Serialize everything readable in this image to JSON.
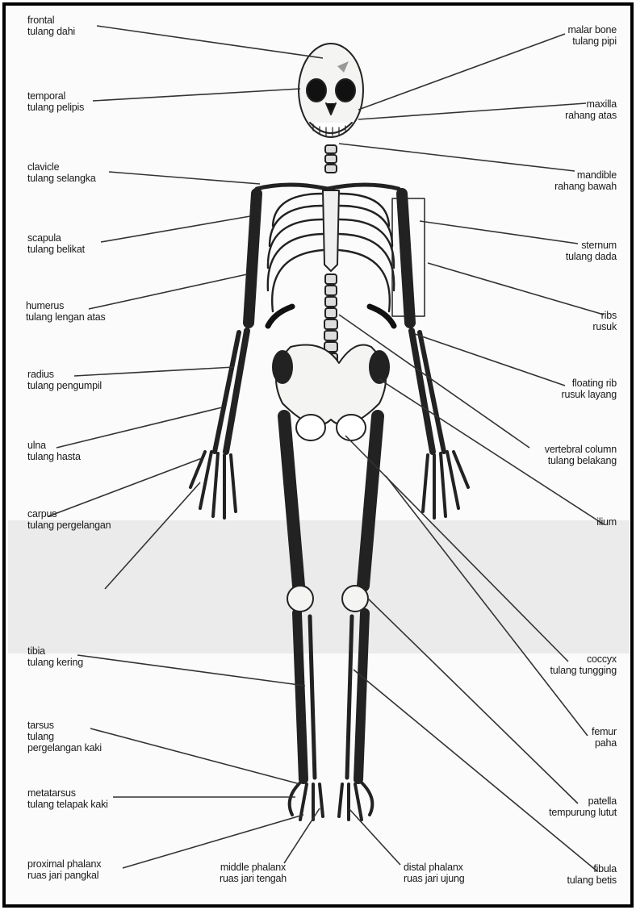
{
  "labels": {
    "frontal": {
      "en": "frontal",
      "id": "tulang dahi"
    },
    "temporal": {
      "en": "temporal",
      "id": "tulang pelipis"
    },
    "clavicle": {
      "en": "clavicle",
      "id": "tulang selangka"
    },
    "scapula": {
      "en": "scapula",
      "id": "tulang belikat"
    },
    "humerus": {
      "en": "humerus",
      "id": "tulang lengan atas"
    },
    "radius": {
      "en": "radius",
      "id": "tulang pengumpil"
    },
    "ulna": {
      "en": "ulna",
      "id": "tulang hasta"
    },
    "carpus": {
      "en": "carpus",
      "id": "tulang pergelangan"
    },
    "tibia": {
      "en": "tibia",
      "id": "tulang kering"
    },
    "tarsus": {
      "en": "tarsus",
      "id": "tulang",
      "id2": "pergelangan kaki"
    },
    "metatarsus": {
      "en": "metatarsus",
      "id": "tulang telapak kaki"
    },
    "proximal": {
      "en": "proximal phalanx",
      "id": "ruas jari pangkal"
    },
    "middle": {
      "en": "middle phalanx",
      "id": "ruas jari tengah"
    },
    "distal": {
      "en": "distal phalanx",
      "id": "ruas jari ujung"
    },
    "malar": {
      "en": "malar bone",
      "id": "tulang pipi"
    },
    "maxilla": {
      "en": "maxilla",
      "id": "rahang atas"
    },
    "mandible": {
      "en": "mandible",
      "id": "rahang bawah"
    },
    "sternum": {
      "en": "sternum",
      "id": "tulang dada"
    },
    "ribs": {
      "en": "ribs",
      "id": "rusuk"
    },
    "floating": {
      "en": "floating rib",
      "id": "rusuk layang"
    },
    "vertebral": {
      "en": "vertebral column",
      "id": "tulang belakang"
    },
    "ilium": {
      "en": "ilium",
      "id": ""
    },
    "coccyx": {
      "en": "coccyx",
      "id": "tulang tungging"
    },
    "femur": {
      "en": "femur",
      "id": "paha"
    },
    "patella": {
      "en": "patella",
      "id": "tempurung lutut"
    },
    "fibula": {
      "en": "fibula",
      "id": "tulang betis"
    }
  },
  "colors": {
    "ink": "#1a1a1a",
    "bone": "#f4f4f2",
    "line": "#333333"
  }
}
